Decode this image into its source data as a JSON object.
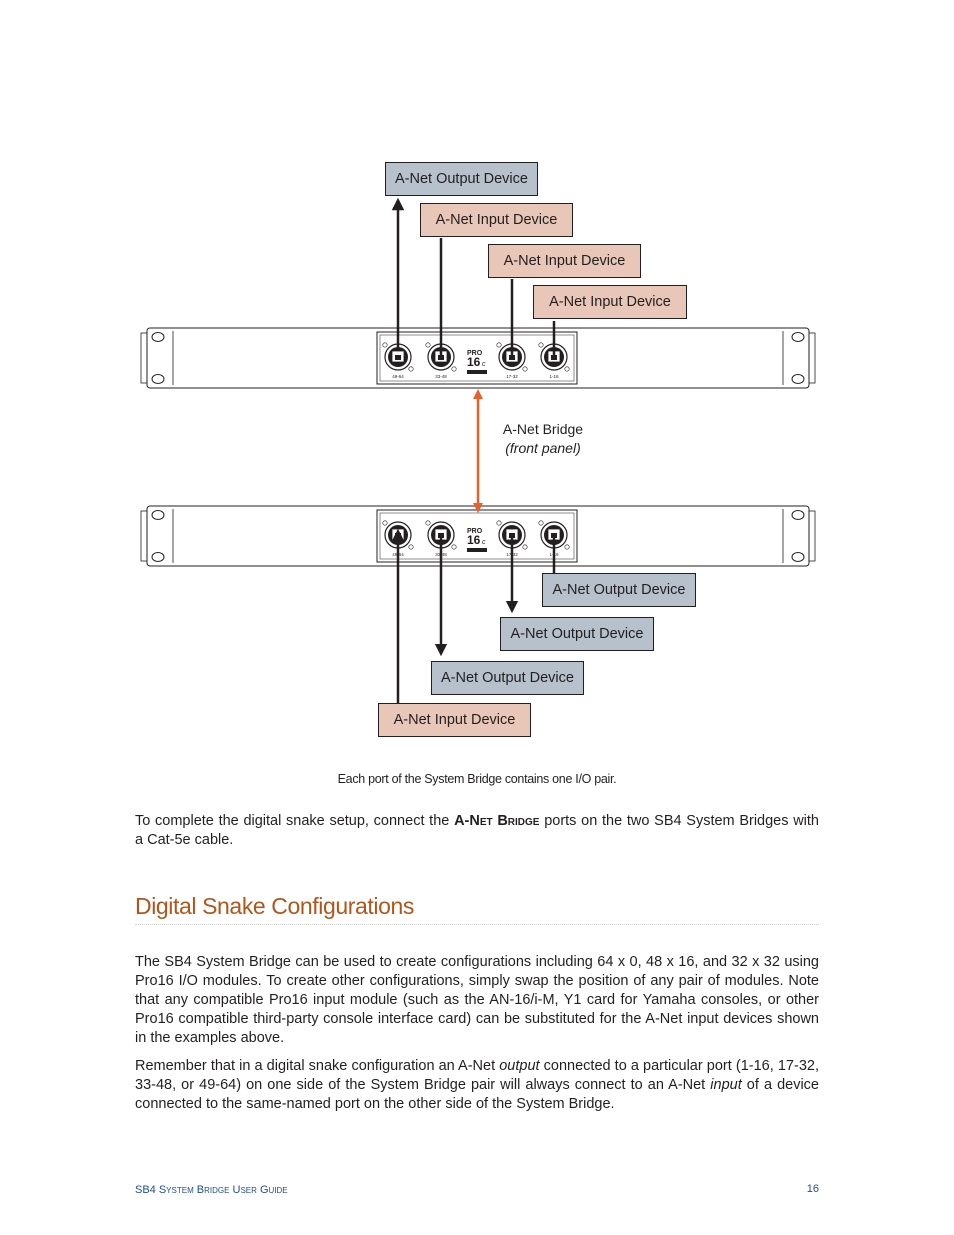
{
  "diagram": {
    "top_devices": [
      {
        "label": "A-Net Output Device",
        "kind": "output"
      },
      {
        "label": "A-Net Input Device",
        "kind": "input"
      },
      {
        "label": "A-Net Input Device",
        "kind": "input"
      },
      {
        "label": "A-Net Input Device",
        "kind": "input"
      }
    ],
    "bottom_devices": [
      {
        "label": "A-Net Output Device",
        "kind": "output"
      },
      {
        "label": "A-Net Output Device",
        "kind": "output"
      },
      {
        "label": "A-Net Output Device",
        "kind": "output"
      },
      {
        "label": "A-Net Input Device",
        "kind": "input"
      }
    ],
    "bridge_label": "A-Net Bridge",
    "bridge_sublabel": "(front panel)",
    "panel_brand": "PRO",
    "panel_model": "16",
    "panel_model_suffix": "c",
    "port_labels": [
      "49-64",
      "33-48",
      "17-32",
      "1-16"
    ],
    "colors": {
      "output_box": "#b6c1cb",
      "input_box": "#e8c7b8",
      "bridge_link": "#e8602c"
    }
  },
  "caption": "Each port of the System Bridge contains one I/O pair.",
  "intro": {
    "before": "To complete the digital snake setup, connect the ",
    "term": "A-Net Bridge",
    "after": " ports on the two SB4 System Bridges with a Cat-5e cable."
  },
  "section_title": "Digital Snake Configurations",
  "paragraph1": "The SB4 System Bridge can be used to create configurations including 64 x 0, 48 x 16, and 32 x 32 using Pro16 I/O modules. To create other configurations, simply swap the position of any pair of modules. Note that any compatible Pro16 input module (such as the AN-16/i-M, Y1 card for Yamaha consoles, or other Pro16 compatible third-party console interface card) can be substituted for the A-Net input devices shown in the examples above.",
  "paragraph2": {
    "p1": "Remember that in a digital snake configuration an A-Net ",
    "em1": "output",
    "p2": " connected to a particular port (1-16, 17-32, 33-48, or 49-64) on one side of the System Bridge pair will always connect to an A-Net ",
    "em2": "input",
    "p3": " of a device connected to the same-named port on the other side of the System Bridge."
  },
  "footer": {
    "left": "SB4 System Bridge User Guide",
    "page": "16"
  }
}
